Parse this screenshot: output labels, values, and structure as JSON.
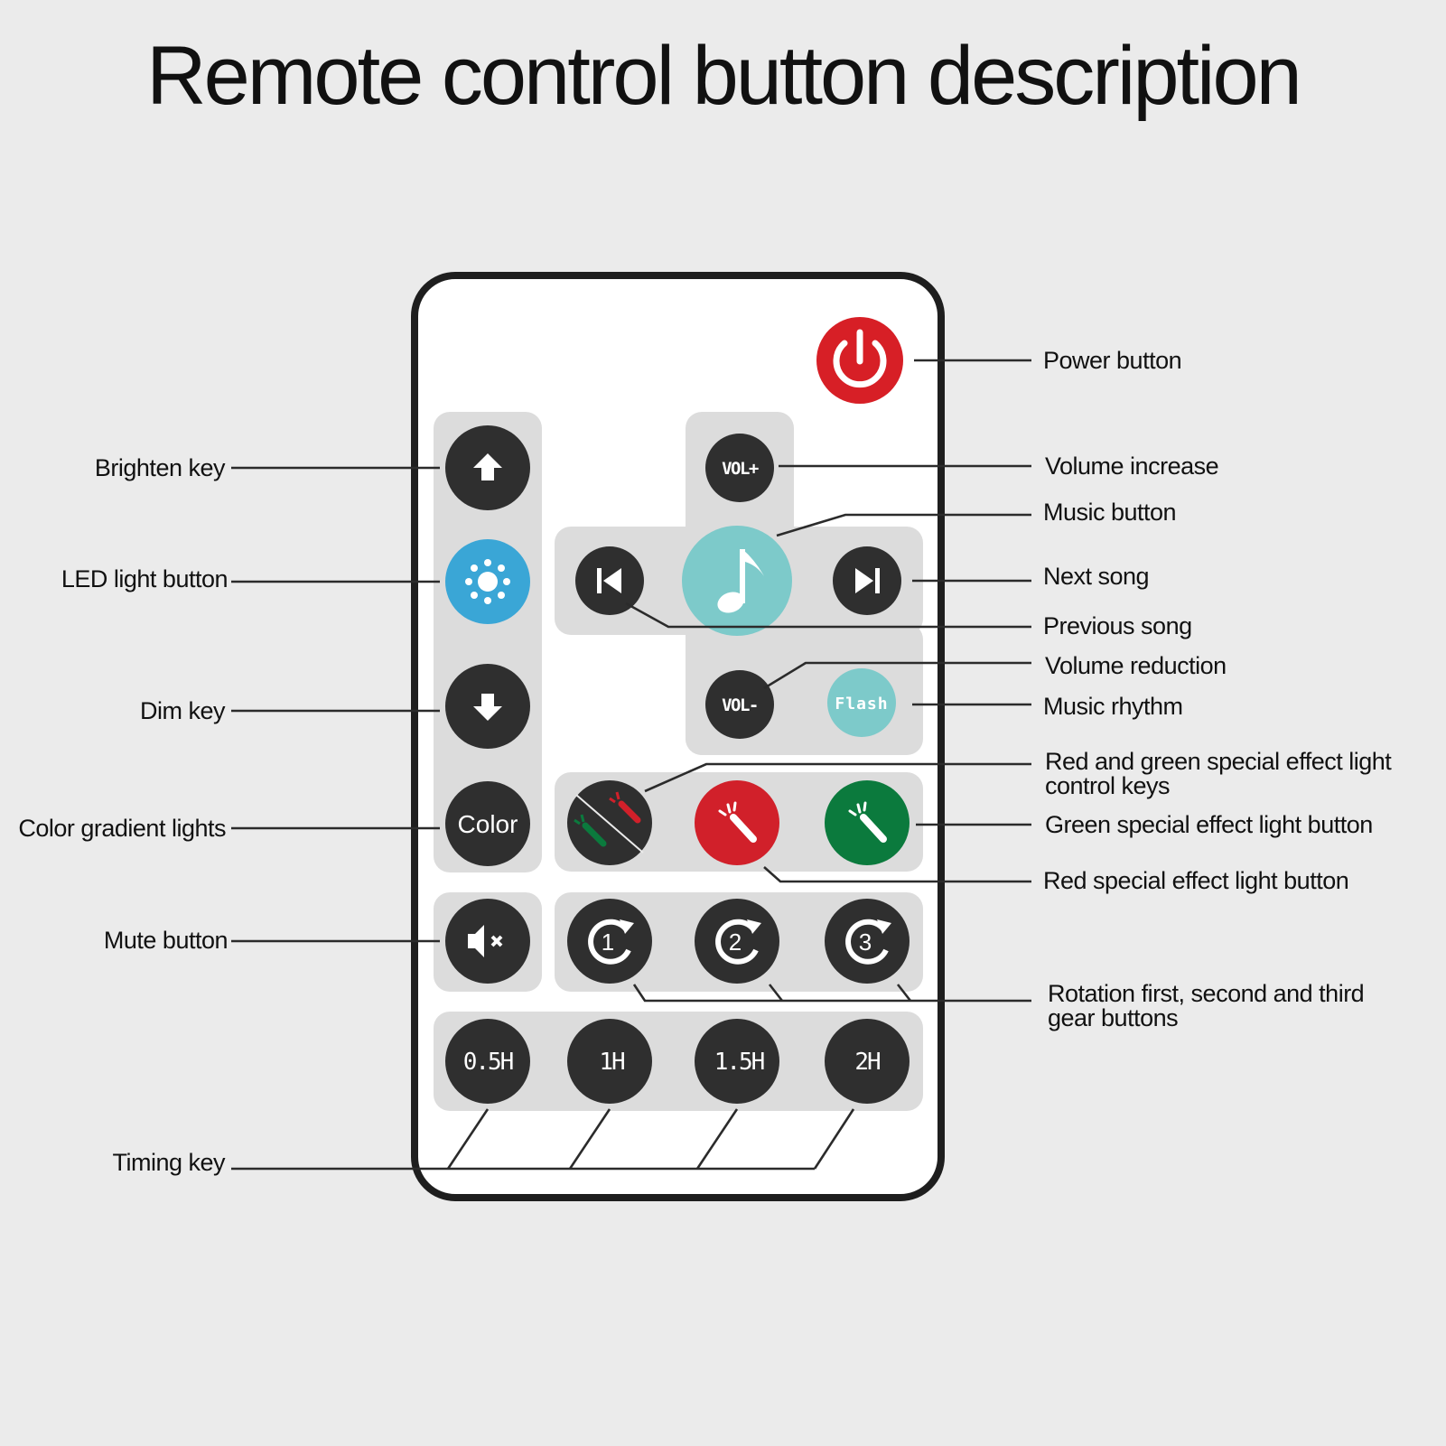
{
  "title": "Remote control button description",
  "colors": {
    "background": "#ebebeb",
    "remote_body": "#ffffff",
    "remote_outline": "#1e1e1e",
    "panel": "#dcdcdc",
    "dark_button": "#2f2f2f",
    "power_red": "#d71f26",
    "led_blue": "#3aa6d6",
    "music_teal": "#7dcaca",
    "effect_red": "#d1202a",
    "effect_green": "#0b7a3d"
  },
  "buttons": {
    "power": {
      "icon": "power-icon"
    },
    "brighten": {
      "icon": "arrow-up-icon"
    },
    "led": {
      "icon": "sun-dots-icon"
    },
    "dim": {
      "icon": "arrow-down-icon"
    },
    "color": {
      "text": "Color"
    },
    "vol_up": {
      "text": "VOL+"
    },
    "vol_down": {
      "text": "VOL-"
    },
    "music": {
      "icon": "music-note-icon"
    },
    "previous": {
      "icon": "skip-previous-icon"
    },
    "next": {
      "icon": "skip-next-icon"
    },
    "flash": {
      "text": "Flash"
    },
    "red_green_effect": {
      "icon": "dual-flashlight-icon"
    },
    "red_effect": {
      "icon": "flashlight-icon"
    },
    "green_effect": {
      "icon": "flashlight-icon"
    },
    "mute": {
      "icon": "speaker-mute-icon"
    },
    "rotation": [
      {
        "icon": "rotate-icon",
        "text": "1"
      },
      {
        "icon": "rotate-icon",
        "text": "2"
      },
      {
        "icon": "rotate-icon",
        "text": "3"
      }
    ],
    "timing": [
      "0.5H",
      "1H",
      "1.5H",
      "2H"
    ]
  },
  "labels": {
    "left": {
      "brighten": "Brighten key",
      "led": "LED light button",
      "dim": "Dim key",
      "color": "Color gradient lights",
      "mute": "Mute button",
      "timing": "Timing key"
    },
    "right": {
      "power": "Power button",
      "vol_up": "Volume increase",
      "music": "Music button",
      "next": "Next song",
      "previous": "Previous song",
      "vol_down": "Volume reduction",
      "rhythm": "Music rhythm",
      "red_green_line1": "Red and green special effect light",
      "red_green_line2": "control keys",
      "green_effect": "Green special effect light button",
      "red_effect": "Red special effect light button",
      "rotation_line1": "Rotation first, second and third",
      "rotation_line2": "gear buttons"
    }
  }
}
